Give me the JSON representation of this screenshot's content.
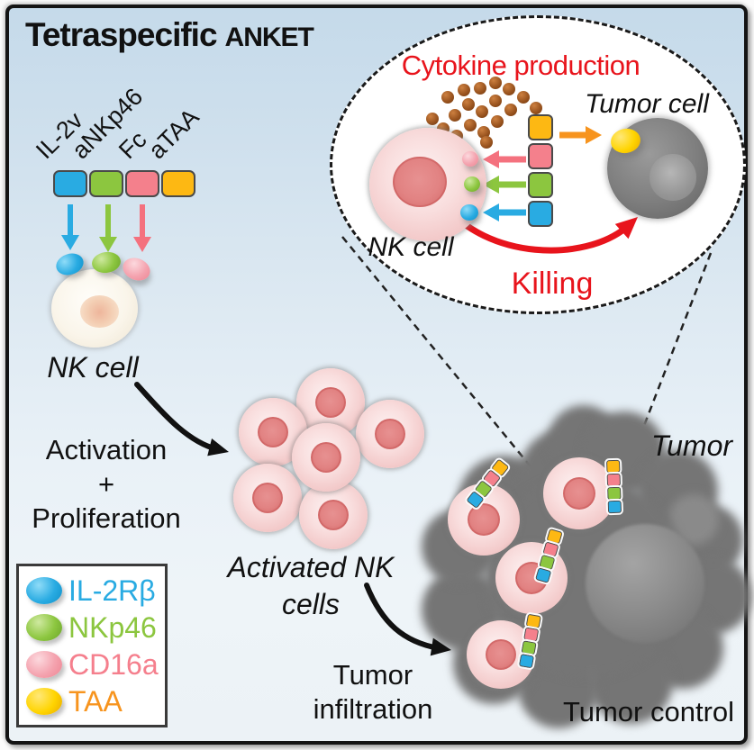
{
  "title": {
    "main": "Tetraspecific",
    "sub": "ANKET"
  },
  "construct": {
    "domains": [
      {
        "label": "IL-2v",
        "color": "#29ABE2"
      },
      {
        "label": "aNKp46",
        "color": "#8CC63F"
      },
      {
        "label": "Fc",
        "color": "#F4808C"
      },
      {
        "label": "aTAA",
        "color": "#FDB813"
      }
    ]
  },
  "left_flow": {
    "nk_cell_label": "NK cell",
    "activation": [
      "Activation",
      "+",
      "Proliferation"
    ],
    "activated_nk": [
      "Activated NK",
      "cells"
    ],
    "infiltration": [
      "Tumor",
      "infiltration"
    ]
  },
  "inset": {
    "cytokine_label": "Cytokine production",
    "tumor_cell_label": "Tumor cell",
    "nk_cell_label": "NK cell",
    "killing_label": "Killing"
  },
  "tumor": {
    "label": "Tumor",
    "control_label": "Tumor control"
  },
  "legend": {
    "items": [
      {
        "label": "IL-2Rβ",
        "color": "#29ABE2"
      },
      {
        "label": "NKp46",
        "color": "#8CC63F"
      },
      {
        "label": "CD16a",
        "color": "#F57F8D"
      },
      {
        "label": "TAA",
        "color": "#F7941E"
      }
    ]
  },
  "colors": {
    "accent_red": "#E8141C",
    "cytokine_brown": "#96511D",
    "tumor_gray": "#757575",
    "background_top": "#C5DAEA",
    "background_bottom": "#ECF2F6"
  }
}
